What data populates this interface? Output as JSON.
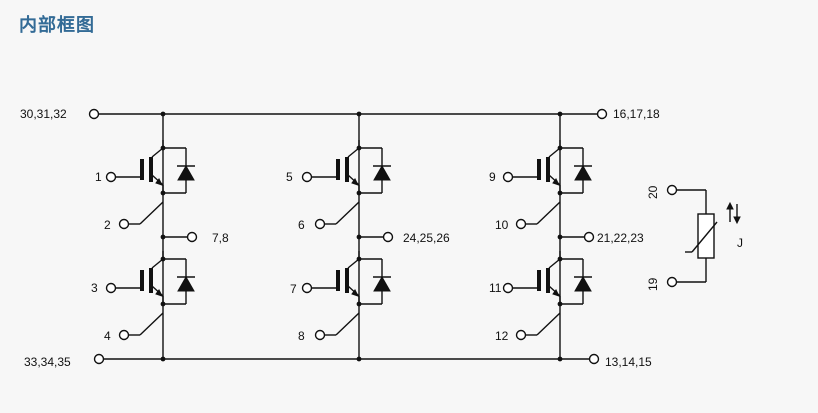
{
  "title": "内部框图",
  "buses": {
    "top_left": "30,31,32",
    "top_right": "16,17,18",
    "bottom_left": "33,34,35",
    "bottom_right": "13,14,15"
  },
  "phases": [
    {
      "out": "7,8",
      "upper": {
        "gate": "1",
        "emitter": "2"
      },
      "lower": {
        "gate": "3",
        "emitter": "4"
      }
    },
    {
      "out": "24,25,26",
      "upper": {
        "gate": "5",
        "emitter": "6"
      },
      "lower": {
        "gate": "7",
        "emitter": "8"
      }
    },
    {
      "out": "21,22,23",
      "upper": {
        "gate": "9",
        "emitter": "10"
      },
      "lower": {
        "gate": "11",
        "emitter": "12"
      }
    }
  ],
  "thermistor": {
    "pin_top": "20",
    "pin_bottom": "19",
    "label": "J"
  }
}
